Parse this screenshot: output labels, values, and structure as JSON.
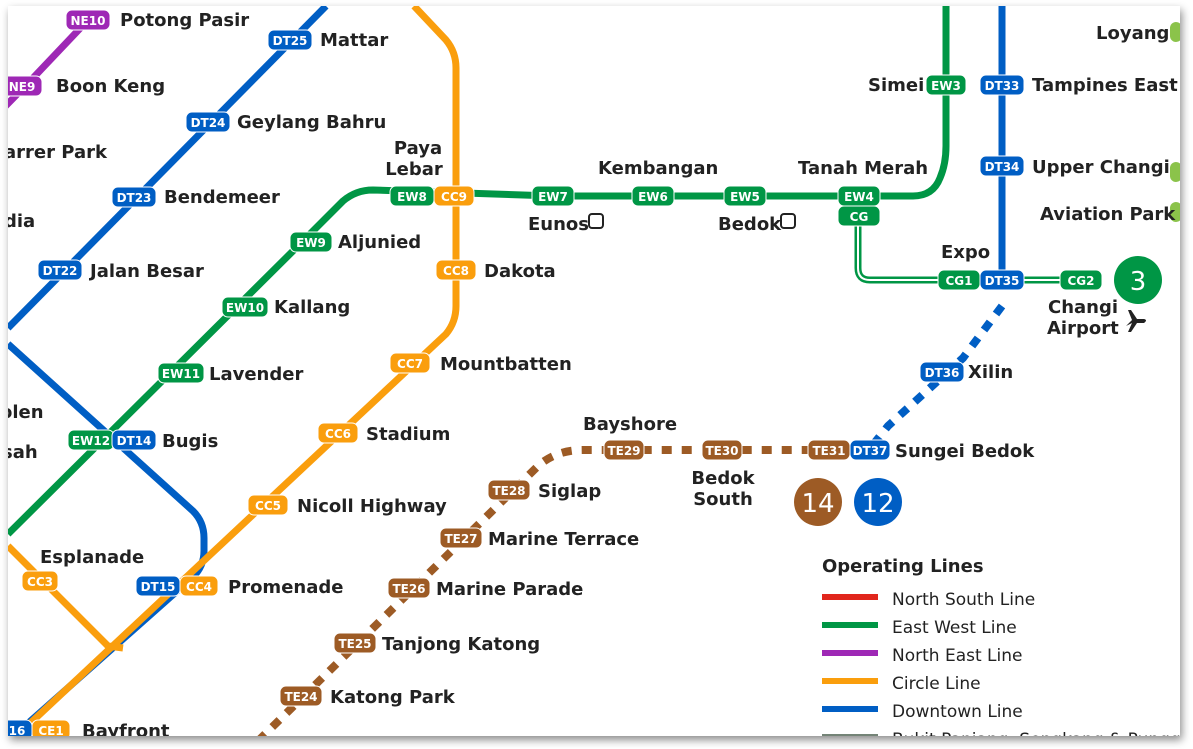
{
  "colors": {
    "ns": "#e1261c",
    "ew": "#009645",
    "ne": "#9e28b5",
    "cc": "#fa9e0d",
    "dt": "#005ec4",
    "te": "#9d5b25",
    "lrt": "#748477",
    "text": "#222222"
  },
  "stations": {
    "ne10": {
      "code": "NE10",
      "name": "Potong Pasir"
    },
    "ne9": {
      "code": "NE9",
      "name": "Boon Keng"
    },
    "farrer": {
      "name": "arrer Park"
    },
    "dt25": {
      "code": "DT25",
      "name": "Mattar"
    },
    "dt24": {
      "code": "DT24",
      "name": "Geylang Bahru"
    },
    "dt23": {
      "code": "DT23",
      "name": "Bendemeer"
    },
    "india": {
      "name": "dia"
    },
    "dt22": {
      "code": "DT22",
      "name": "Jalan Besar"
    },
    "ew9": {
      "code": "EW9",
      "name": "Aljunied"
    },
    "ew10": {
      "code": "EW10",
      "name": "Kallang"
    },
    "ew11": {
      "code": "EW11",
      "name": "Lavender"
    },
    "ew12": {
      "code": "EW12",
      "code2": "DT14",
      "name": "Bugis"
    },
    "rochor": {
      "name": "olen"
    },
    "sah": {
      "name": "sah"
    },
    "esplanade": {
      "code": "CC3",
      "name": "Esplanade"
    },
    "promenade": {
      "code": "DT15",
      "code2": "CC4",
      "name": "Promenade"
    },
    "bayfront": {
      "code": "16",
      "code2": "CE1",
      "name": "Bayfront"
    },
    "paya_lebar": {
      "code": "EW8",
      "code2": "CC9",
      "name1": "Paya",
      "name2": "Lebar"
    },
    "cc8": {
      "code": "CC8",
      "name": "Dakota"
    },
    "cc7": {
      "code": "CC7",
      "name": "Mountbatten"
    },
    "cc6": {
      "code": "CC6",
      "name": "Stadium"
    },
    "cc5": {
      "code": "CC5",
      "name": "Nicoll Highway"
    },
    "ew7": {
      "code": "EW7",
      "name": "Eunos"
    },
    "ew6": {
      "code": "EW6",
      "name": "Kembangan"
    },
    "ew5": {
      "code": "EW5",
      "name": "Bedok"
    },
    "ew4": {
      "code": "EW4",
      "code2": "CG",
      "name": "Tanah Merah"
    },
    "ew3": {
      "code": "EW3",
      "name": "Simei"
    },
    "dt33": {
      "code": "DT33",
      "name": "Tampines East"
    },
    "dt34": {
      "code": "DT34",
      "name": "Upper Changi"
    },
    "loyang": {
      "name": "Loyang"
    },
    "aviation": {
      "name": "Aviation Park"
    },
    "expo": {
      "code": "CG1",
      "code2": "DT35",
      "name": "Expo"
    },
    "changi": {
      "code": "CG2",
      "name1": "Changi",
      "name2": "Airport"
    },
    "dt36": {
      "code": "DT36",
      "name": "Xilin"
    },
    "sungei_bedok": {
      "code": "TE31",
      "code2": "DT37",
      "name": "Sungei Bedok"
    },
    "te30": {
      "code": "TE30",
      "name1": "Bedok",
      "name2": "South"
    },
    "te29": {
      "code": "TE29",
      "name": "Bayshore"
    },
    "te28": {
      "code": "TE28",
      "name": "Siglap"
    },
    "te27": {
      "code": "TE27",
      "name": "Marine Terrace"
    },
    "te26": {
      "code": "TE26",
      "name": "Marine Parade"
    },
    "te25": {
      "code": "TE25",
      "name": "Tanjong Katong"
    },
    "te24": {
      "code": "TE24",
      "name": "Katong Park"
    }
  },
  "line_numbers": {
    "ew_end": "3",
    "te": "14",
    "dt": "12"
  },
  "legend": {
    "title": "Operating Lines",
    "items": [
      {
        "label": "North South Line",
        "color": "#e1261c"
      },
      {
        "label": "East West Line",
        "color": "#009645"
      },
      {
        "label": "North East Line",
        "color": "#9e28b5"
      },
      {
        "label": "Circle Line",
        "color": "#fa9e0d"
      },
      {
        "label": "Downtown Line",
        "color": "#005ec4"
      },
      {
        "label": "Bukit Panjang, Sengkang & Punggol LRT",
        "color": "#748477"
      }
    ]
  }
}
